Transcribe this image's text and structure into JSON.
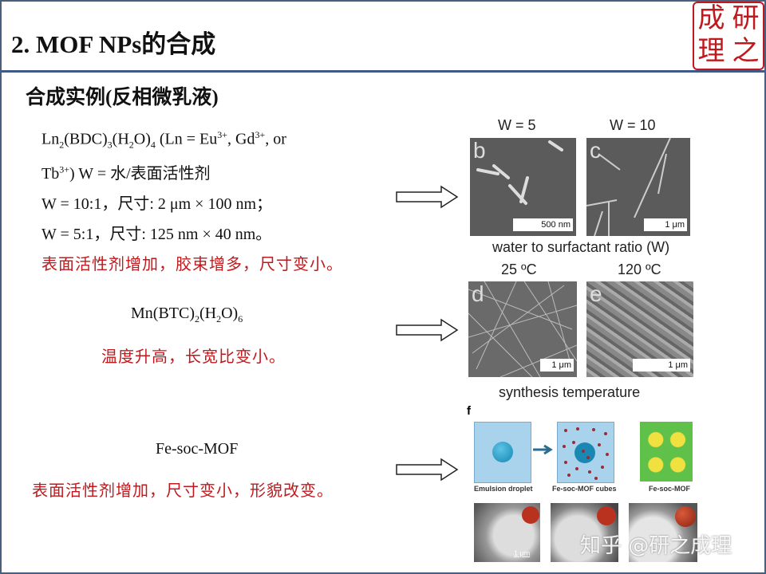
{
  "title": "2. MOF NPs的合成",
  "subtitle": "合成实例(反相微乳液)",
  "seal": [
    "研",
    "成",
    "之",
    "理"
  ],
  "ex1": {
    "line1": {
      "a": "Ln",
      "s1": "2",
      "b": "(BDC)",
      "s2": "3",
      "c": "(H",
      "s3": "2",
      "d": "O)",
      "s4": "4",
      "e": " (Ln = Eu",
      "p1": "3+",
      "f": ", Gd",
      "p2": "3+",
      "g": ", or"
    },
    "line2": {
      "a": "Tb",
      "p": "3+",
      "b": ") W = 水/表面活性剂"
    },
    "line3": "W = 10:1，尺寸: 2 μm × 100 nm；",
    "line4": "W = 5:1，尺寸: 125 nm × 40 nm。",
    "note": "表面活性剂增加，胶束增多，尺寸变小。"
  },
  "ex2": {
    "formula": {
      "a": "Mn(BTC)",
      "s1": "2",
      "b": "(H",
      "s2": "2",
      "c": "O)",
      "s3": "6"
    },
    "note": "温度升高，长宽比变小。"
  },
  "ex3": {
    "name": "Fe-soc-MOF",
    "note": "表面活性剂增加，尺寸变小，形貌改变。"
  },
  "figure": {
    "w5": "W = 5",
    "w10": "W = 10",
    "b": "b",
    "c": "c",
    "scale_b": "500 nm",
    "scale_c": "1 μm",
    "ratio": "water to surfactant ratio (W)",
    "t25": "25 ºC",
    "t120": "120 ºC",
    "d": "d",
    "e": "e",
    "scale_d": "1 μm",
    "scale_e": "1 μm",
    "temp": "synthesis temperature",
    "f": "f",
    "emulsion": "Emulsion droplet",
    "cubes": "Fe-soc-MOF cubes",
    "mof": "Fe-soc-MOF",
    "scale_f": "1 μm"
  },
  "watermark": "知乎 @研之成理"
}
